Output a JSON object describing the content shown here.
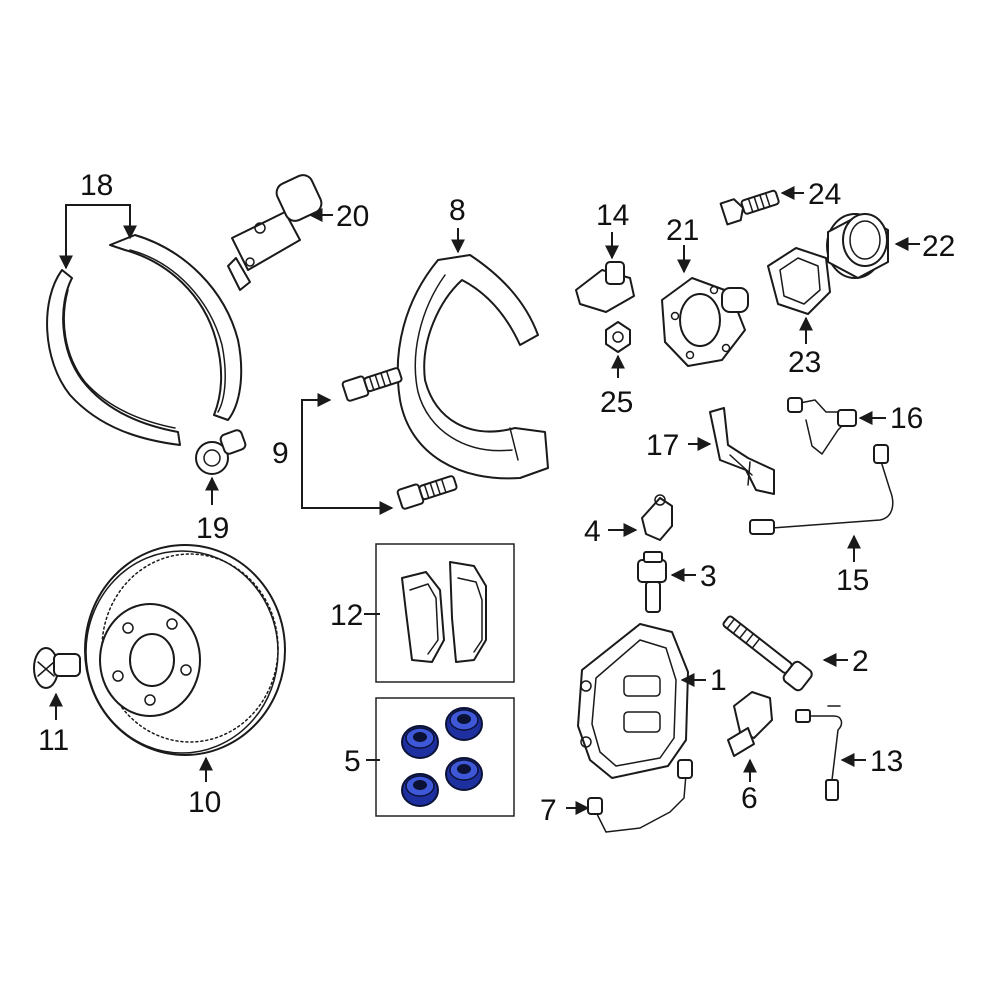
{
  "diagram": {
    "callouts": {
      "c1": "1",
      "c2": "2",
      "c3": "3",
      "c4": "4",
      "c5": "5",
      "c6": "6",
      "c7": "7",
      "c8": "8",
      "c9": "9",
      "c10": "10",
      "c11": "11",
      "c12": "12",
      "c13": "13",
      "c14": "14",
      "c15": "15",
      "c16": "16",
      "c17": "17",
      "c18": "18",
      "c19": "19",
      "c20": "20",
      "c21": "21",
      "c22": "22",
      "c23": "23",
      "c24": "24",
      "c25": "25"
    },
    "colors": {
      "line": "#1a1a1a",
      "highlight_seal": "#1e2fa0"
    }
  }
}
